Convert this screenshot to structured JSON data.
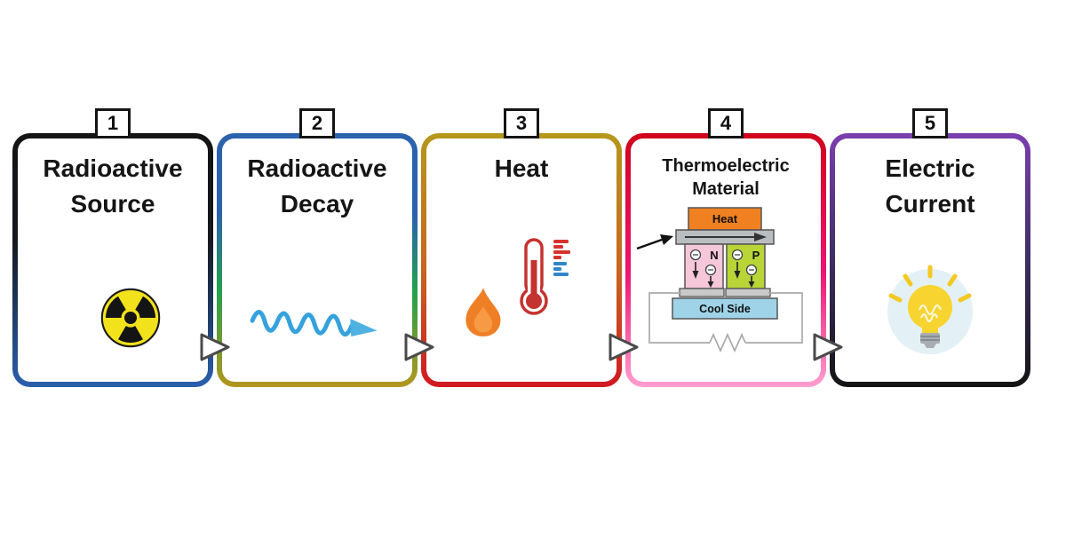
{
  "steps": [
    {
      "number": "1",
      "title_lines": [
        "Radioactive",
        "Source"
      ],
      "icon": "radiation-trefoil-icon"
    },
    {
      "number": "2",
      "title_lines": [
        "Radioactive",
        "Decay"
      ],
      "icon": "decay-wave-arrow-icon"
    },
    {
      "number": "3",
      "title_lines": [
        "Heat"
      ],
      "icon": "flame-and-thermometer-icon"
    },
    {
      "number": "4",
      "title_lines": [
        "Thermoelectric",
        "Material"
      ],
      "icon": "thermoelectric-module-diagram"
    },
    {
      "number": "5",
      "title_lines": [
        "Electric",
        "Current"
      ],
      "icon": "lightbulb-icon"
    }
  ],
  "te_diagram": {
    "heat_label": "Heat",
    "n_label": "N",
    "p_label": "P",
    "cool_label": "Cool Side"
  },
  "flow_arrow_icon": "right-triangle-arrow",
  "colors": {
    "step1_border": [
      "#141414",
      "#2a5fae"
    ],
    "step2_border": [
      "#2b62ae",
      "#22a14c",
      "#b3961e"
    ],
    "step3_border": [
      "#b5981c",
      "#d01822"
    ],
    "step4_border": [
      "#d0041c",
      "#ff9ed0"
    ],
    "step5_border": [
      "#7b3fae",
      "#141414"
    ],
    "radiation_yellow": "#f2e21b",
    "wave_blue": "#35a2dd",
    "flame_orange": "#ef7f25",
    "thermometer_red": "#c43330",
    "heat_plate_orange": "#f08020",
    "n_leg_pink": "#f6c6d9",
    "p_leg_green": "#b8d437",
    "cool_side_blue": "#9fd4e8",
    "bulb_yellow": "#f8d431",
    "glow_blue": "#e3f1f7"
  }
}
